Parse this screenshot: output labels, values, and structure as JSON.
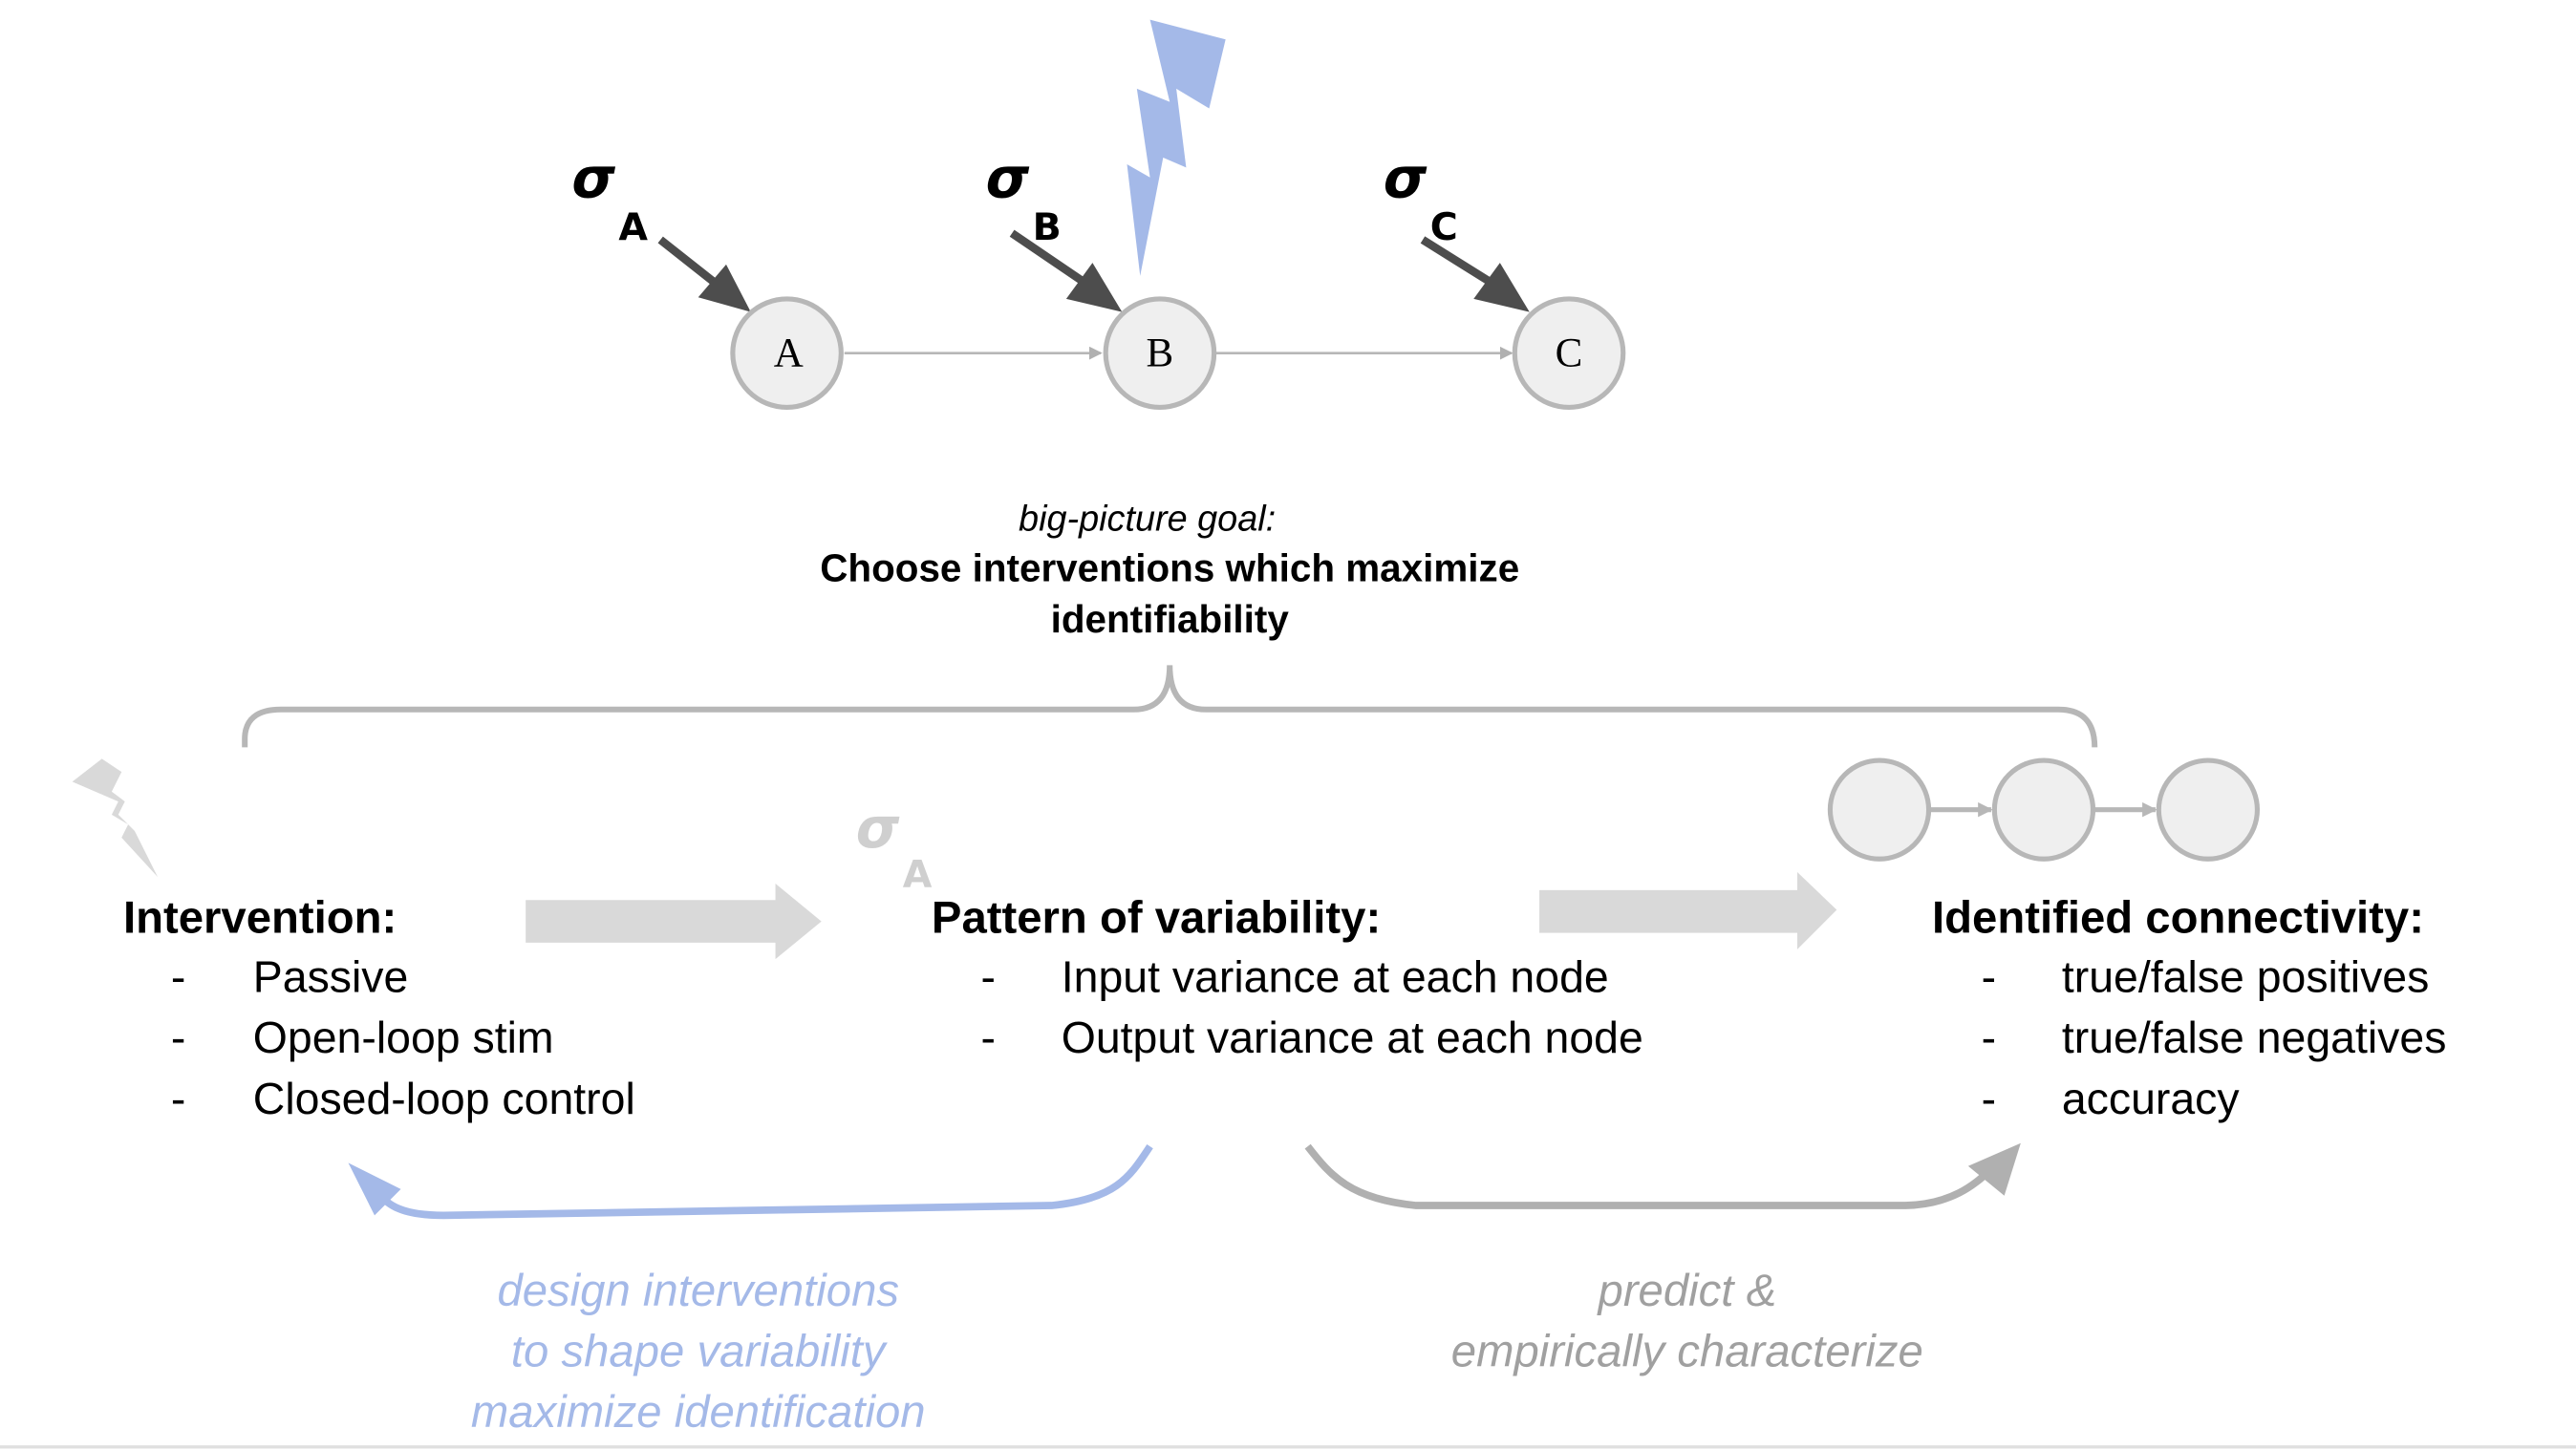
{
  "top_diagram": {
    "nodes": [
      {
        "label": "A",
        "sigma": "σ",
        "sigma_sub": "A"
      },
      {
        "label": "B",
        "sigma": "σ",
        "sigma_sub": "B"
      },
      {
        "label": "C",
        "sigma": "σ",
        "sigma_sub": "C"
      }
    ],
    "stimulated_node": "B",
    "icon": "lightning-bolt-icon"
  },
  "goal": {
    "italic": "big-picture goal:",
    "bold_line1": "Choose interventions which maximize",
    "bold_line2": "identifiability"
  },
  "columns": {
    "intervention": {
      "heading": "Intervention:",
      "items": [
        "Passive",
        "Open-loop stim",
        "Closed-loop control"
      ]
    },
    "variability": {
      "heading": "Pattern of variability:",
      "sigma": "σ",
      "sigma_sub": "A",
      "items": [
        "Input variance at each node",
        "Output variance at each node"
      ]
    },
    "connectivity": {
      "heading": "Identified connectivity:",
      "items": [
        "true/false positives",
        "true/false negatives",
        "accuracy"
      ]
    }
  },
  "list_marker": "-",
  "captions": {
    "design": [
      "design interventions",
      "to shape variability",
      "maximize identification"
    ],
    "predict": [
      "predict &",
      "empirically characterize"
    ]
  },
  "colors": {
    "stim_blue": "#a4b9e8",
    "node_fill": "#efefef",
    "node_stroke": "#b7b7b7",
    "sigma_arrow": "#4d4d4d",
    "flow_arrow": "#d9d9d9",
    "caption_gray": "#a0a0a0"
  }
}
